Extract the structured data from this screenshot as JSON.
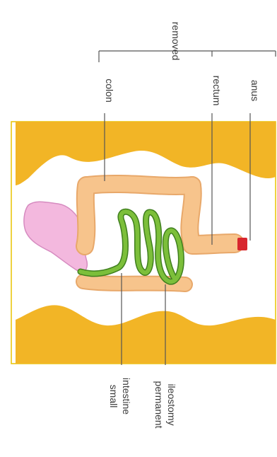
{
  "colors": {
    "body_wall": "#f2b526",
    "cavity": "#ffffff",
    "frame_border": "#e8c400",
    "stomach": "#f3b8de",
    "stomach_outline": "#d68bc0",
    "colon": "#f7c48c",
    "colon_outline": "#e8a86a",
    "small_intestine": "#7cbf3a",
    "small_intestine_outline": "#3f7f1e",
    "anus": "#d8262e",
    "leader": "#555555"
  },
  "labels": {
    "removed": "removed",
    "colon": "colon",
    "rectum": "rectum",
    "anus": "anus",
    "small_intestine_line1": "small",
    "small_intestine_line2": "intestine",
    "ileostomy_line1": "permanent",
    "ileostomy_line2": "ileostomy"
  },
  "icons": [
    "stomach-shape",
    "colon-shape",
    "small-intestine-shape",
    "anus-marker"
  ]
}
